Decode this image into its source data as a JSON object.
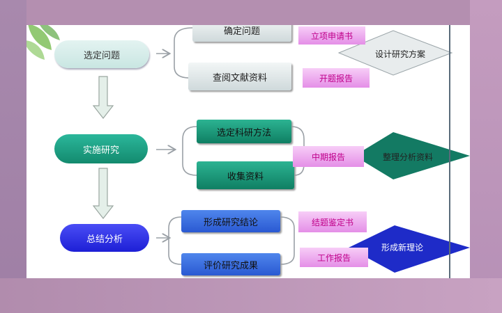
{
  "stages": [
    "选定问题",
    "实施研究",
    "总结分析"
  ],
  "tasks": [
    "确定问题",
    "查阅文献资料",
    "选定科研方法",
    "收集资料",
    "形成研究结论",
    "评价研究成果"
  ],
  "documents": [
    "立项申请书",
    "开题报告",
    "中期报告",
    "结题鉴定书",
    "工作报告"
  ],
  "outcomes": [
    "设计研究方案",
    "整理分析资料",
    "形成新理论"
  ],
  "colors": {
    "stage1": "#d4ece9",
    "stage2": "#1a9e82",
    "stage3": "#2a2ee6",
    "task1": "#dde5e6",
    "task2": "#1a9478",
    "task3": "#3b6fe0",
    "doc": "#eba6ee",
    "diamond1": "#e8eced",
    "diamond2": "#137a63",
    "diamond3": "#1e2bc8"
  }
}
